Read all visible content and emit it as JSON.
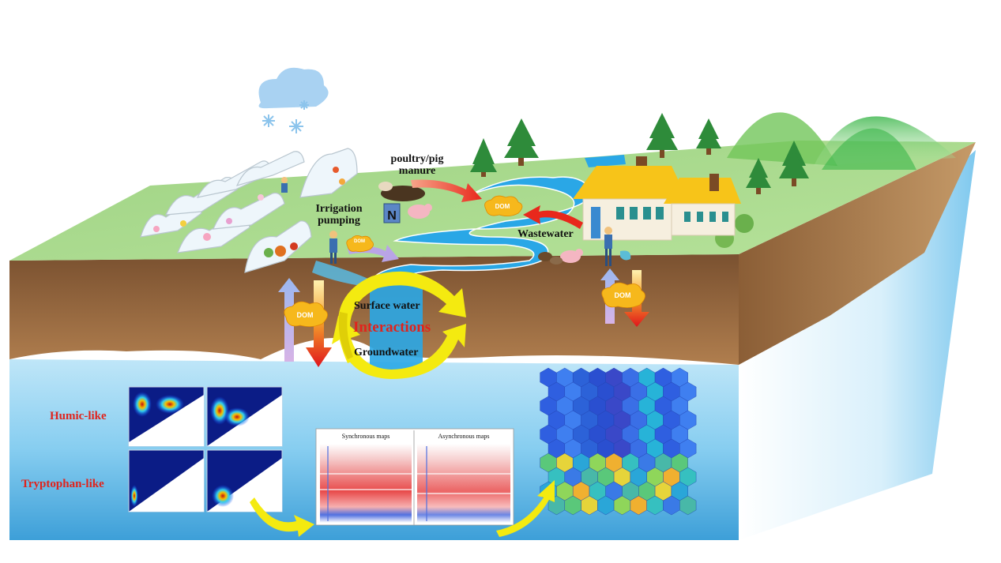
{
  "labels": {
    "poultry_manure": "poultry/pig manure",
    "irrigation_pumping": "Irrigation pumping",
    "wastewater": "Wastewater",
    "surface_water": "Surface water",
    "interactions": "Interactions",
    "groundwater": "Groundwater",
    "humic_like": "Humic-like",
    "tryptophan_like": "Tryptophan-like",
    "dom": "DOM",
    "nitrogen_symbol": "N",
    "synchronous_maps": "Synchronous maps",
    "asynchronous_maps": "Asynchronous maps"
  },
  "colors": {
    "grass": "#a8d88a",
    "soil": "#9a6e45",
    "water": "#2aa7e6",
    "groundwater": "#7fc9ee",
    "label_red": "#e0231c",
    "dom_cloud": "#f6b81c",
    "arrow_yellow": "#f4ea10"
  }
}
